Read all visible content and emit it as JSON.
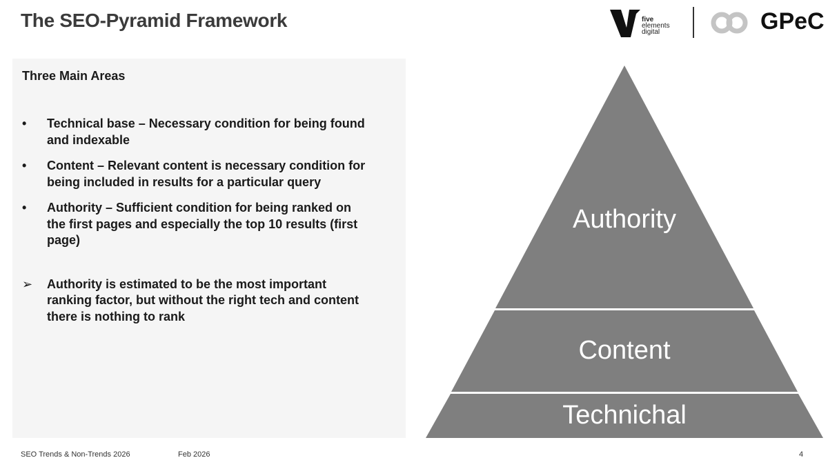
{
  "title": "The SEO-Pyramid Framework",
  "logos": {
    "five": "five",
    "elements": "elements",
    "digital": "digital",
    "gpec": "GPeC"
  },
  "panel": {
    "heading": "Three Main Areas",
    "bullets": [
      "Technical base – Necessary condition for being found and indexable",
      "Content – Relevant content is necessary condition for being included in results for a particular query",
      "Authority – Sufficient  condition for being ranked on the first pages and especially the top 10 results (first page)"
    ],
    "conclusion": "Authority is estimated to be the most important ranking factor, but without the right tech and content there is nothing to rank"
  },
  "pyramid": {
    "levels": [
      "Authority",
      "Content",
      "Technichal"
    ],
    "color": "#7f7f7f"
  },
  "footer": {
    "left": "SEO Trends & Non-Trends 2026",
    "date": "Feb 2026",
    "page": "4"
  }
}
